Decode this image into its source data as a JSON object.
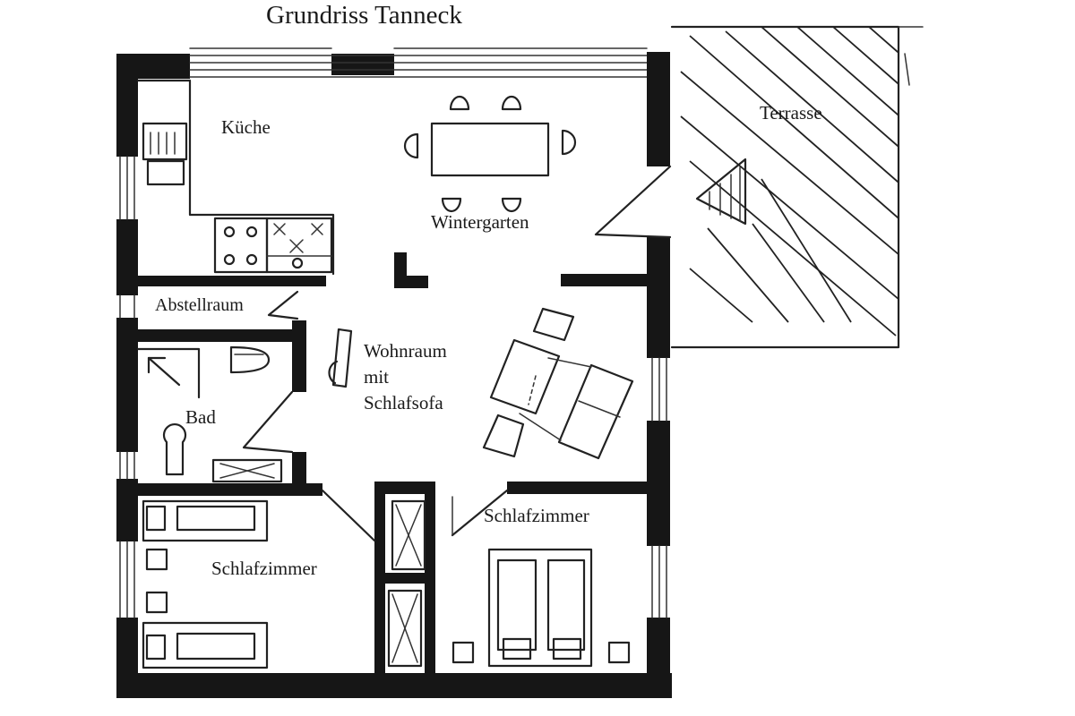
{
  "title": "Grundriss Tanneck",
  "rooms": {
    "kueche": "Küche",
    "terrasse": "Terrasse",
    "wintergarten": "Wintergarten",
    "abstellraum": "Abstellraum",
    "wohnraum_line1": "Wohnraum",
    "wohnraum_line2": "mit",
    "wohnraum_line3": "Schlafsofa",
    "bad": "Bad",
    "schlafzimmer_left": "Schlafzimmer",
    "schlafzimmer_right": "Schlafzimmer"
  },
  "colors": {
    "ink": "#161616",
    "paper": "#ffffff"
  }
}
